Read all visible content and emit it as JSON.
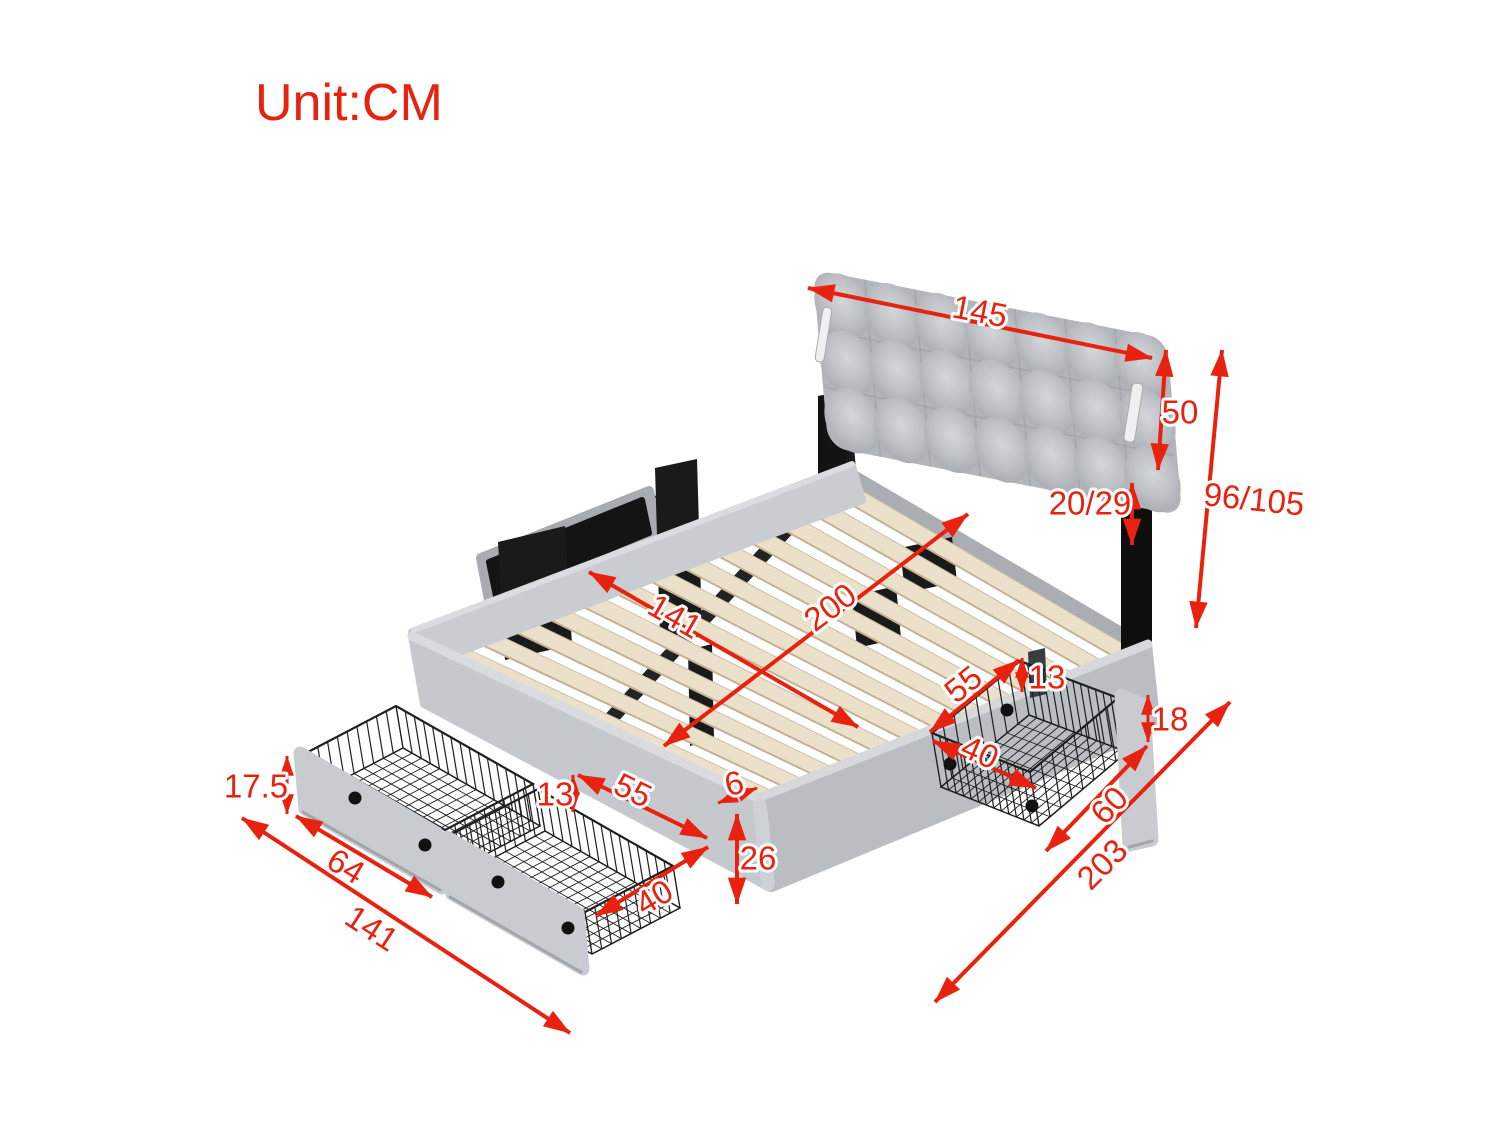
{
  "unit_label": "Unit:CM",
  "colors": {
    "dimension_red": "#e8220f",
    "frame_gray": "#c5c8cc",
    "headboard_gray": "#b2b5b9",
    "slat_wood": "#ebe1ca",
    "wire_black": "#1f1f1f"
  },
  "dims": {
    "headboard_width": "145",
    "headboard_height": "50",
    "headboard_to_floor_height": "96/105",
    "headboard_clearance": "20/29",
    "slat_area_width": "141",
    "slat_area_length": "200",
    "side_drawer_depth": "55",
    "side_drawer_basket_height": "13",
    "side_drawer_front_height": "18",
    "side_drawer_width": "40",
    "side_drawer_front_length": "60",
    "overall_length": "203",
    "foot_drawer_front_height": "17.5",
    "foot_drawer_front_width": "64",
    "overall_width": "141",
    "foot_drawer_basket_height": "13",
    "foot_drawer_depth": "55",
    "foot_drawer_width": "40",
    "frame_edge_thickness": "6",
    "side_rail_height": "26"
  }
}
